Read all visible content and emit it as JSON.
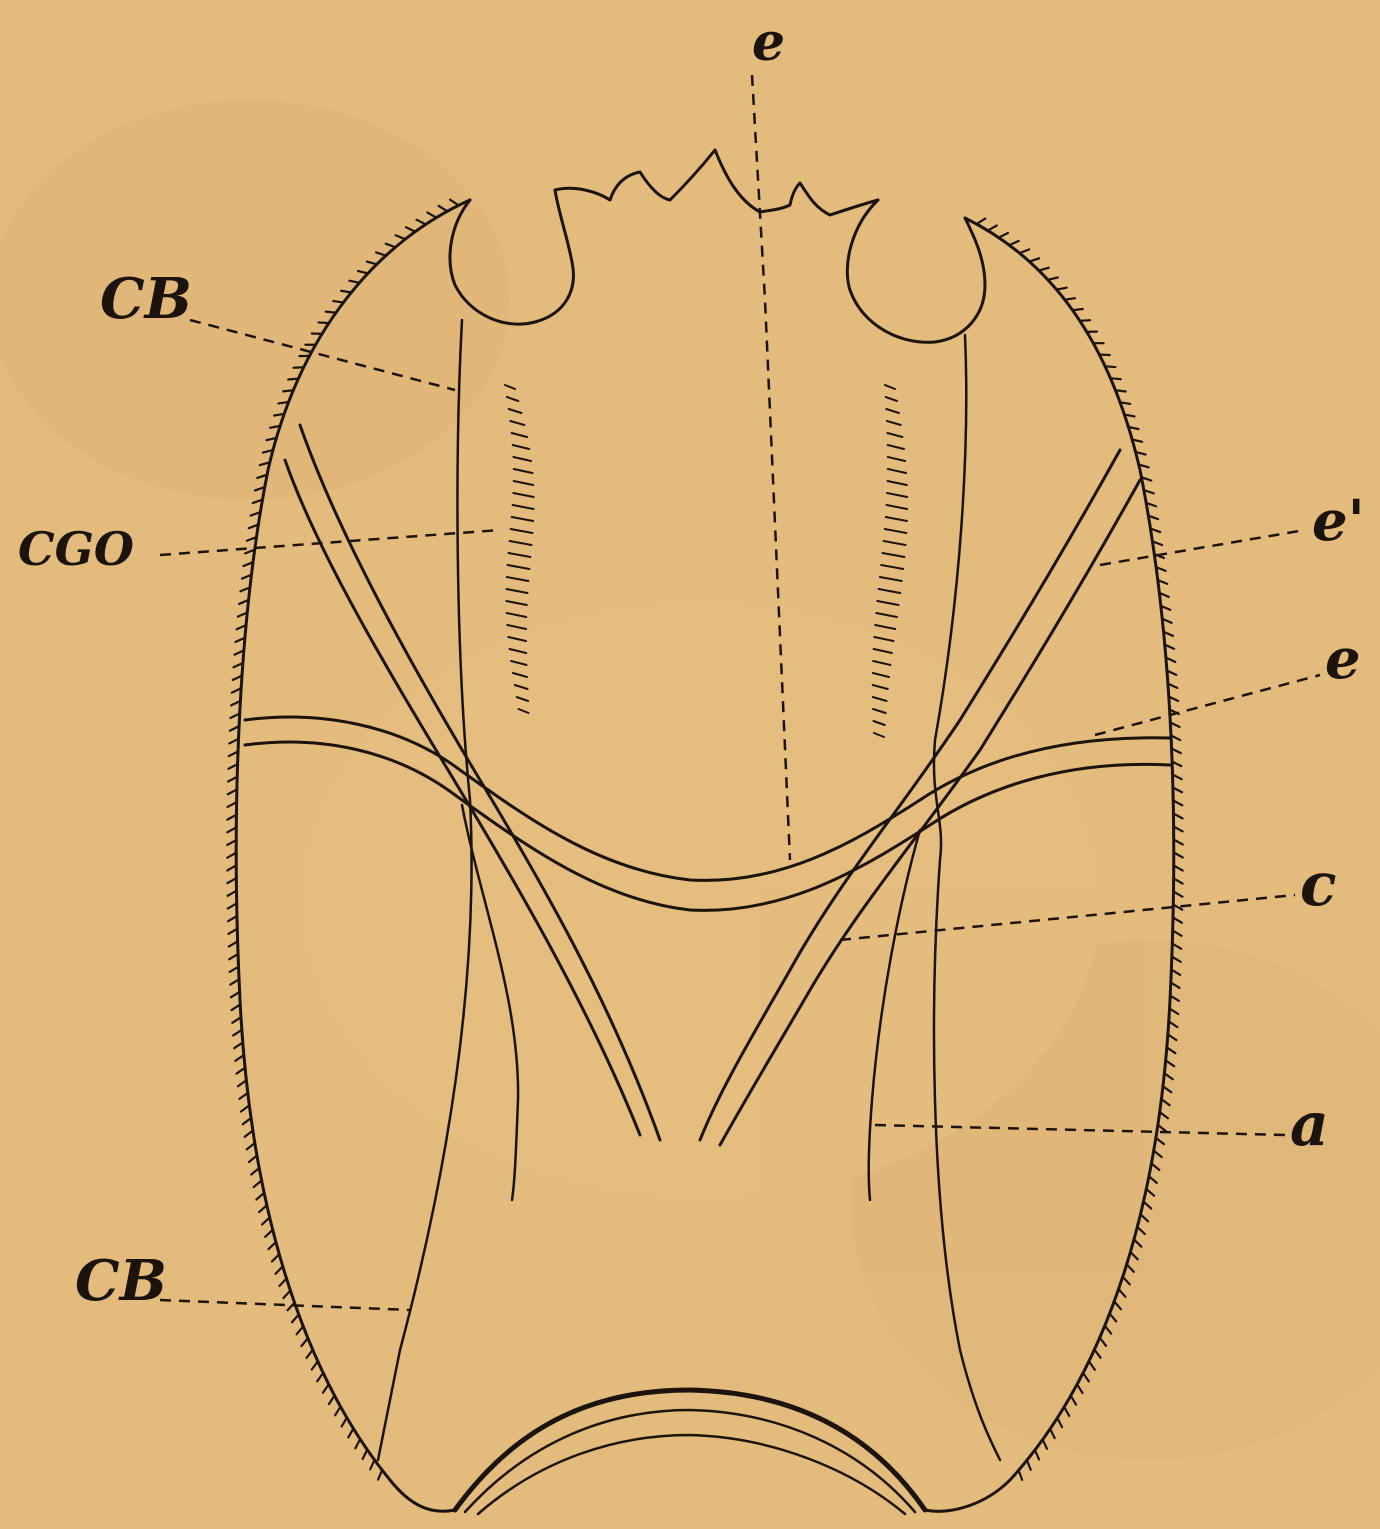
{
  "labels": {
    "e_top": "e",
    "cb_upper": "CB",
    "cgo": "CGO",
    "e_prime": "e'",
    "e_right": "e",
    "c": "c",
    "a": "a",
    "cb_lower": "CB"
  },
  "colors": {
    "paper": "#e3bb7c",
    "ink": "#1c140c"
  }
}
